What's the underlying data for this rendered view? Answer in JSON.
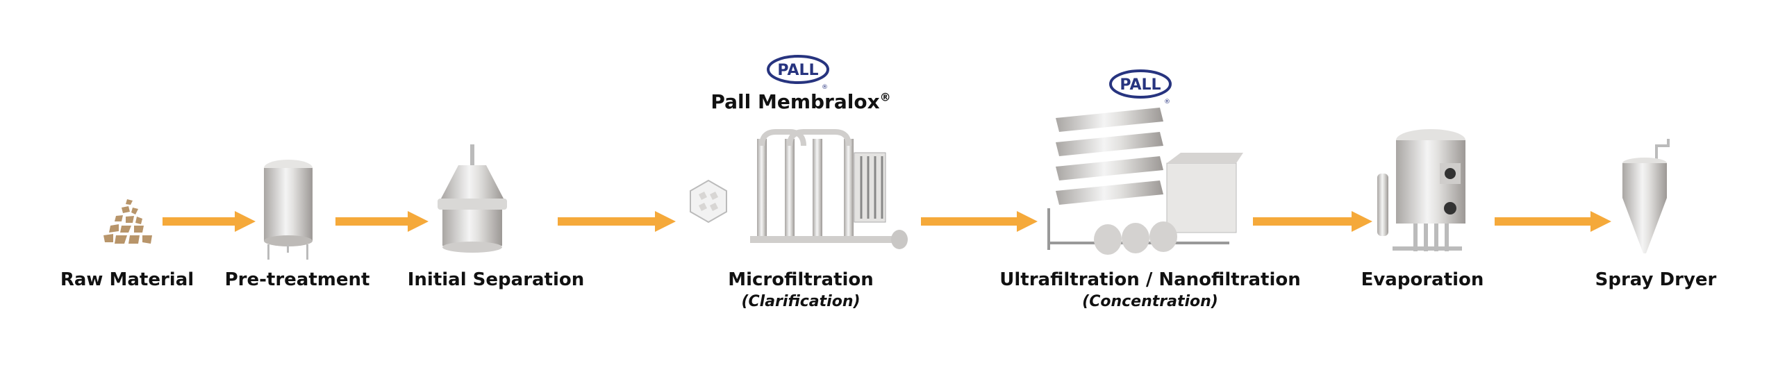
{
  "colors": {
    "arrow": "#f5a93a",
    "pall_blue": "#27347f",
    "metal": "#c8c6c4",
    "raw": "#b8956a"
  },
  "steps": [
    {
      "label": "Raw Material",
      "icon": "raw-material-pile-icon"
    },
    {
      "label": "Pre-treatment",
      "icon": "tank-icon"
    },
    {
      "label": "Initial Separation",
      "icon": "separator-icon"
    },
    {
      "label": "Microfiltration",
      "sublabel": "(Clarification)",
      "icon": "membralox-system-icon",
      "brand": "Pall Membralox",
      "brand_mark": "®",
      "logo": "PALL"
    },
    {
      "label": "Ultrafiltration / Nanofiltration",
      "sublabel": "(Concentration)",
      "icon": "uf-nf-skid-icon",
      "logo": "PALL"
    },
    {
      "label": "Evaporation",
      "icon": "evaporator-icon"
    },
    {
      "label": "Spray Dryer",
      "icon": "spray-dryer-icon"
    }
  ]
}
